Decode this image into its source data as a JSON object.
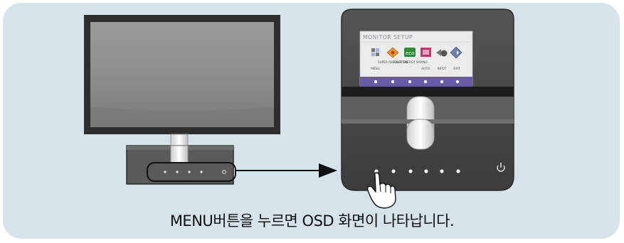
{
  "caption": "MENU버튼을 누르면 OSD 화면이 나타납니다.",
  "osd": {
    "title": "MONITOR SETUP",
    "items": [
      {
        "label": "MENU",
        "icon": "menu-icon"
      },
      {
        "label": "SUPER RESOLUTION",
        "icon": "super-resolution-icon"
      },
      {
        "label": "SUPER ENERGY SAVING",
        "icon": "energy-saving-icon"
      },
      {
        "label": "AUTO",
        "icon": "auto-icon"
      },
      {
        "label": "INPUT",
        "icon": "input-icon"
      },
      {
        "label": "EXIT",
        "icon": "exit-icon"
      }
    ],
    "icon_badge_text": "eco"
  },
  "colors": {
    "panel_background": "#d7e3ea",
    "monitor_bezel": "#4a4a4a",
    "screen": "#8a8a8a",
    "osd_bar": "#6a5aa8",
    "arrow": "#111111"
  }
}
